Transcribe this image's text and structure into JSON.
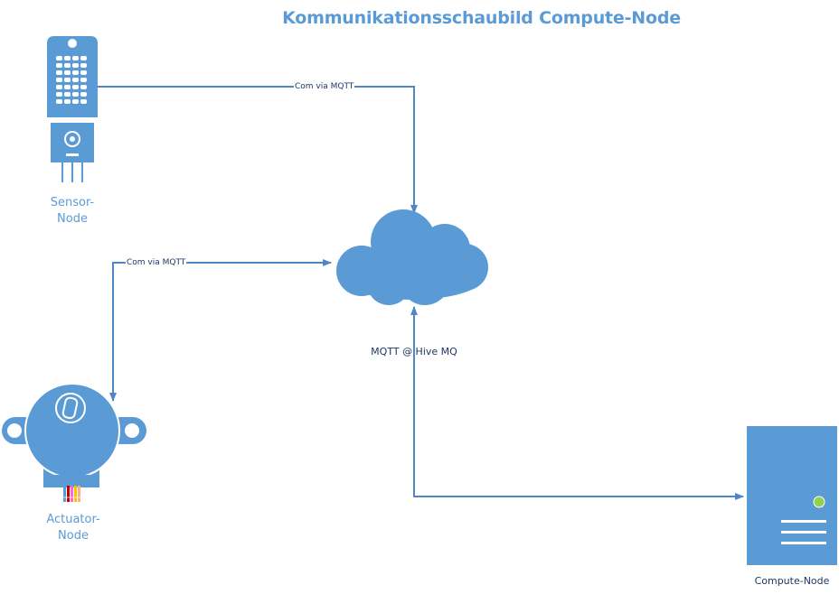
{
  "title": "Kommunikationsschaubild Compute-Node",
  "nodes": {
    "sensor": {
      "label_line1": "Sensor-",
      "label_line2": "Node",
      "icon": "dht-sensor-module-icon"
    },
    "actuator": {
      "label_line1": "Actuator-",
      "label_line2": "Node",
      "icon": "stepper-motor-icon"
    },
    "broker": {
      "label": "MQTT @ Hive MQ",
      "icon": "cloud-icon"
    },
    "compute": {
      "label": "Compute-Node",
      "icon": "server-tower-icon"
    }
  },
  "edges": [
    {
      "from": "Sensor-Node",
      "to": "MQTT @ Hive MQ",
      "label": "Com via MQTT"
    },
    {
      "from": "MQTT @ Hive MQ",
      "to": "Actuator-Node",
      "label": "Com via MQTT"
    },
    {
      "from": "MQTT @ Hive MQ",
      "to": "Compute-Node",
      "label": ""
    }
  ],
  "colors": {
    "accent": "#5b9bd5",
    "stroke": "#4f86c6",
    "dark_text": "#1f3864",
    "status_led": "#92d050"
  }
}
